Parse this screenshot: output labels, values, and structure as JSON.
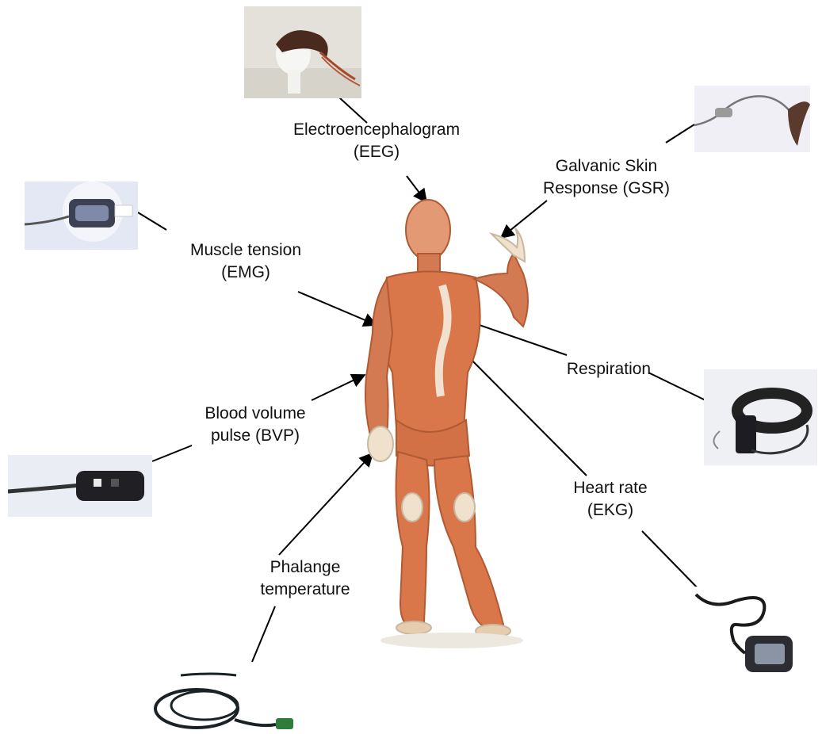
{
  "labels": {
    "eeg": [
      "Electroencephalogram",
      "(EEG)"
    ],
    "gsr": [
      "Galvanic Skin",
      "Response (GSR)"
    ],
    "emg": [
      "Muscle tension",
      "(EMG)"
    ],
    "respiration": [
      "Respiration"
    ],
    "bvp": [
      "Blood volume",
      "pulse (BVP)"
    ],
    "ekg": [
      "Heart rate",
      "(EKG)"
    ],
    "temperature": [
      "Phalange",
      "temperature"
    ]
  }
}
